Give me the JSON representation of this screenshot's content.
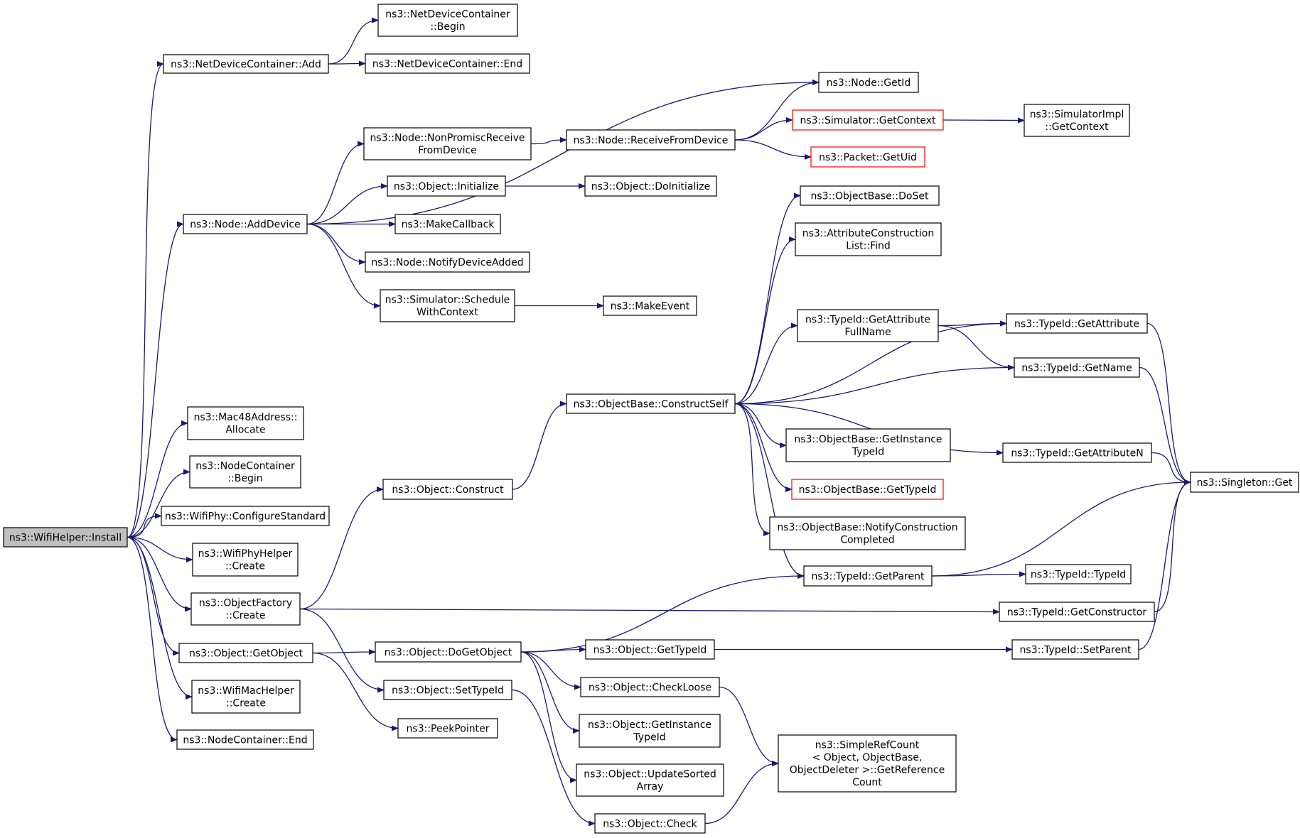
{
  "graph": {
    "edge_color": "#191970",
    "root_fill": "#bfbfbf",
    "highlight_border": "#ff0000",
    "nodes": [
      {
        "id": "install",
        "lines": [
          "ns3::WifiHelper::Install"
        ],
        "style": "root"
      },
      {
        "id": "ndc_add",
        "lines": [
          "ns3::NetDeviceContainer::Add"
        ]
      },
      {
        "id": "ndc_begin",
        "lines": [
          "ns3::NetDeviceContainer",
          "::Begin"
        ]
      },
      {
        "id": "ndc_end",
        "lines": [
          "ns3::NetDeviceContainer::End"
        ]
      },
      {
        "id": "node_getid",
        "lines": [
          "ns3::Node::GetId"
        ]
      },
      {
        "id": "node_nonpromisc",
        "lines": [
          "ns3::Node::NonPromiscReceive",
          "FromDevice"
        ]
      },
      {
        "id": "node_receive",
        "lines": [
          "ns3::Node::ReceiveFromDevice"
        ]
      },
      {
        "id": "sim_getcontext",
        "lines": [
          "ns3::Simulator::GetContext"
        ],
        "style": "red"
      },
      {
        "id": "simimpl_getcontext",
        "lines": [
          "ns3::SimulatorImpl",
          "::GetContext"
        ]
      },
      {
        "id": "packet_getuid",
        "lines": [
          "ns3::Packet::GetUid"
        ],
        "style": "red"
      },
      {
        "id": "obj_initialize",
        "lines": [
          "ns3::Object::Initialize"
        ]
      },
      {
        "id": "obj_doinitialize",
        "lines": [
          "ns3::Object::DoInitialize"
        ]
      },
      {
        "id": "node_adddevice",
        "lines": [
          "ns3::Node::AddDevice"
        ]
      },
      {
        "id": "makecallback",
        "lines": [
          "ns3::MakeCallback"
        ]
      },
      {
        "id": "node_notify",
        "lines": [
          "ns3::Node::NotifyDeviceAdded"
        ]
      },
      {
        "id": "sim_schedule",
        "lines": [
          "ns3::Simulator::Schedule",
          "WithContext"
        ]
      },
      {
        "id": "makeevent",
        "lines": [
          "ns3::MakeEvent"
        ]
      },
      {
        "id": "ob_doset",
        "lines": [
          "ns3::ObjectBase::DoSet"
        ]
      },
      {
        "id": "acl_find",
        "lines": [
          "ns3::AttributeConstruction",
          "List::Find"
        ]
      },
      {
        "id": "tid_getattrfull",
        "lines": [
          "ns3::TypeId::GetAttribute",
          "FullName"
        ]
      },
      {
        "id": "tid_getattr",
        "lines": [
          "ns3::TypeId::GetAttribute"
        ]
      },
      {
        "id": "tid_getname",
        "lines": [
          "ns3::TypeId::GetName"
        ]
      },
      {
        "id": "ob_constructself",
        "lines": [
          "ns3::ObjectBase::ConstructSelf"
        ]
      },
      {
        "id": "mac48_allocate",
        "lines": [
          "ns3::Mac48Address::",
          "Allocate"
        ]
      },
      {
        "id": "nc_begin",
        "lines": [
          "ns3::NodeContainer",
          "::Begin"
        ]
      },
      {
        "id": "ob_getinstance",
        "lines": [
          "ns3::ObjectBase::GetInstance",
          "TypeId"
        ]
      },
      {
        "id": "tid_getattrn",
        "lines": [
          "ns3::TypeId::GetAttributeN"
        ]
      },
      {
        "id": "singleton_get",
        "lines": [
          "ns3::Singleton::Get"
        ]
      },
      {
        "id": "obj_construct",
        "lines": [
          "ns3::Object::Construct"
        ]
      },
      {
        "id": "ob_gettypeid",
        "lines": [
          "ns3::ObjectBase::GetTypeId"
        ],
        "style": "red"
      },
      {
        "id": "wifiphy_configure",
        "lines": [
          "ns3::WifiPhy::ConfigureStandard"
        ]
      },
      {
        "id": "ob_notifyconstruction",
        "lines": [
          "ns3::ObjectBase::NotifyConstruction",
          "Completed"
        ]
      },
      {
        "id": "wifiphyhelper_create",
        "lines": [
          "ns3::WifiPhyHelper",
          "::Create"
        ]
      },
      {
        "id": "tid_getparent",
        "lines": [
          "ns3::TypeId::GetParent"
        ]
      },
      {
        "id": "tid_typeid",
        "lines": [
          "ns3::TypeId::TypeId"
        ]
      },
      {
        "id": "objfactory_create",
        "lines": [
          "ns3::ObjectFactory",
          "::Create"
        ]
      },
      {
        "id": "tid_getconstructor",
        "lines": [
          "ns3::TypeId::GetConstructor"
        ]
      },
      {
        "id": "obj_getobject",
        "lines": [
          "ns3::Object::GetObject"
        ]
      },
      {
        "id": "obj_dogetobject",
        "lines": [
          "ns3::Object::DoGetObject"
        ]
      },
      {
        "id": "obj_gettypeid",
        "lines": [
          "ns3::Object::GetTypeId"
        ]
      },
      {
        "id": "tid_setparent",
        "lines": [
          "ns3::TypeId::SetParent"
        ]
      },
      {
        "id": "obj_settypeid",
        "lines": [
          "ns3::Object::SetTypeId"
        ]
      },
      {
        "id": "obj_checkloose",
        "lines": [
          "ns3::Object::CheckLoose"
        ]
      },
      {
        "id": "wifimachelper_create",
        "lines": [
          "ns3::WifiMacHelper",
          "::Create"
        ]
      },
      {
        "id": "obj_getinstance",
        "lines": [
          "ns3::Object::GetInstance",
          "TypeId"
        ]
      },
      {
        "id": "peekpointer",
        "lines": [
          "ns3::PeekPointer"
        ]
      },
      {
        "id": "simplerefcount",
        "lines": [
          "ns3::SimpleRefCount",
          "< Object, ObjectBase,",
          " ObjectDeleter >::GetReference",
          "Count"
        ]
      },
      {
        "id": "nc_end",
        "lines": [
          "ns3::NodeContainer::End"
        ]
      },
      {
        "id": "obj_updatesorted",
        "lines": [
          "ns3::Object::UpdateSorted",
          "Array"
        ]
      },
      {
        "id": "obj_check",
        "lines": [
          "ns3::Object::Check"
        ]
      }
    ],
    "edges": [
      [
        "install",
        "ndc_add"
      ],
      [
        "ndc_add",
        "ndc_begin"
      ],
      [
        "ndc_add",
        "ndc_end"
      ],
      [
        "install",
        "node_adddevice"
      ],
      [
        "node_adddevice",
        "node_getid"
      ],
      [
        "node_adddevice",
        "node_nonpromisc"
      ],
      [
        "node_nonpromisc",
        "node_receive"
      ],
      [
        "node_receive",
        "node_getid"
      ],
      [
        "node_receive",
        "sim_getcontext"
      ],
      [
        "sim_getcontext",
        "simimpl_getcontext"
      ],
      [
        "node_receive",
        "packet_getuid"
      ],
      [
        "node_adddevice",
        "obj_initialize"
      ],
      [
        "obj_initialize",
        "obj_doinitialize"
      ],
      [
        "node_adddevice",
        "makecallback"
      ],
      [
        "node_adddevice",
        "node_notify"
      ],
      [
        "node_adddevice",
        "sim_schedule"
      ],
      [
        "sim_schedule",
        "makeevent"
      ],
      [
        "install",
        "mac48_allocate"
      ],
      [
        "install",
        "nc_begin"
      ],
      [
        "install",
        "wifiphy_configure"
      ],
      [
        "install",
        "wifiphyhelper_create"
      ],
      [
        "install",
        "objfactory_create"
      ],
      [
        "install",
        "obj_getobject"
      ],
      [
        "install",
        "wifimachelper_create"
      ],
      [
        "install",
        "nc_end"
      ],
      [
        "objfactory_create",
        "obj_construct"
      ],
      [
        "objfactory_create",
        "tid_getconstructor"
      ],
      [
        "objfactory_create",
        "obj_settypeid"
      ],
      [
        "obj_construct",
        "ob_constructself"
      ],
      [
        "ob_constructself",
        "ob_doset"
      ],
      [
        "ob_constructself",
        "acl_find"
      ],
      [
        "ob_constructself",
        "tid_getattr"
      ],
      [
        "ob_constructself",
        "tid_getattrfull"
      ],
      [
        "ob_constructself",
        "tid_getname"
      ],
      [
        "ob_constructself",
        "ob_getinstance"
      ],
      [
        "ob_constructself",
        "tid_getattrn"
      ],
      [
        "ob_constructself",
        "ob_gettypeid"
      ],
      [
        "ob_constructself",
        "ob_notifyconstruction"
      ],
      [
        "ob_constructself",
        "tid_getparent"
      ],
      [
        "tid_getattrfull",
        "tid_getattr"
      ],
      [
        "tid_getattrfull",
        "tid_getname"
      ],
      [
        "tid_getattr",
        "singleton_get"
      ],
      [
        "tid_getname",
        "singleton_get"
      ],
      [
        "tid_getattrn",
        "singleton_get"
      ],
      [
        "tid_getparent",
        "singleton_get"
      ],
      [
        "tid_getparent",
        "tid_typeid"
      ],
      [
        "tid_getconstructor",
        "singleton_get"
      ],
      [
        "tid_setparent",
        "singleton_get"
      ],
      [
        "obj_getobject",
        "obj_dogetobject"
      ],
      [
        "obj_getobject",
        "peekpointer"
      ],
      [
        "obj_dogetobject",
        "tid_getparent"
      ],
      [
        "obj_dogetobject",
        "obj_gettypeid"
      ],
      [
        "obj_dogetobject",
        "obj_checkloose"
      ],
      [
        "obj_dogetobject",
        "obj_getinstance"
      ],
      [
        "obj_dogetobject",
        "obj_updatesorted"
      ],
      [
        "obj_gettypeid",
        "tid_setparent"
      ],
      [
        "obj_settypeid",
        "obj_check"
      ],
      [
        "obj_checkloose",
        "simplerefcount"
      ],
      [
        "obj_check",
        "simplerefcount"
      ]
    ]
  }
}
